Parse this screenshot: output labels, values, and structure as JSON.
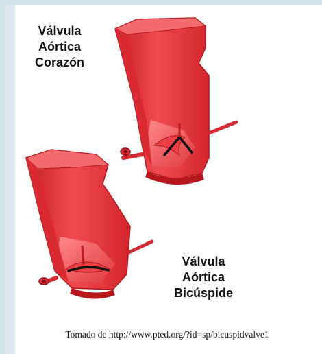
{
  "labels": {
    "top": [
      "Válvula",
      "Aórtica",
      "Corazón"
    ],
    "bottom": [
      "Válvula",
      "Aórtica",
      "Bicúspide"
    ]
  },
  "source": "Tomado de http://www.pted.org/?id=sp/bicuspidvalve1",
  "icons": [
    "aortic-tube-normal-icon",
    "aortic-tube-bicuspid-icon"
  ],
  "colors": {
    "tube": "#e8333a",
    "tube_light": "#f26b6f",
    "tube_dark": "#b8161d",
    "background": "#dde9ee"
  }
}
